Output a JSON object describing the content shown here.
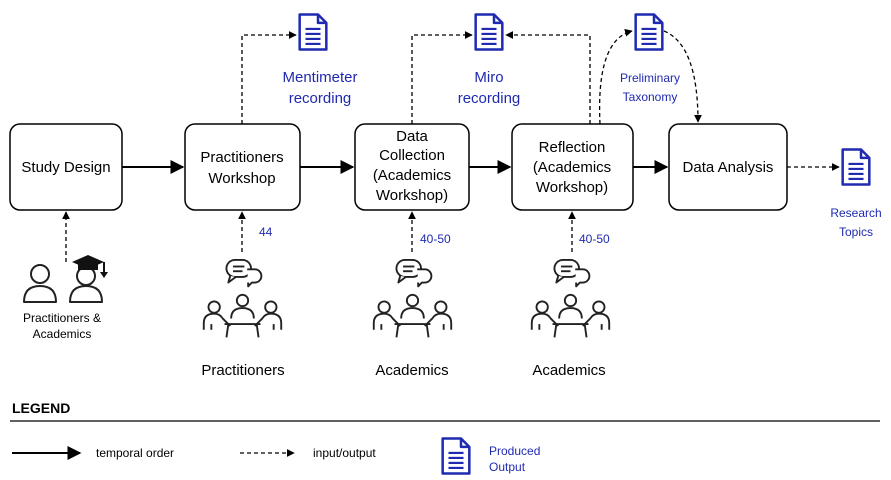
{
  "boxes": {
    "study_design": [
      "Study Design"
    ],
    "practitioners_workshop": [
      "Practitioners",
      "Workshop"
    ],
    "data_collection": [
      "Data",
      "Collection",
      "(Academics",
      "Workshop)"
    ],
    "reflection": [
      "Reflection",
      "(Academics",
      "Workshop)"
    ],
    "data_analysis": [
      "Data Analysis"
    ]
  },
  "outputs": {
    "mentimeter": [
      "Mentimeter",
      "recording"
    ],
    "miro": [
      "Miro",
      "recording"
    ],
    "taxonomy": [
      "Preliminary",
      "Taxonomy"
    ],
    "research_topics": [
      "Research",
      "Topics"
    ]
  },
  "counts": {
    "practitioners": "44",
    "data_collection": "40-50",
    "reflection": "40-50"
  },
  "groups": {
    "mixed": [
      "Practitioners &",
      "Academics"
    ],
    "practitioners": "Practitioners",
    "academics_1": "Academics",
    "academics_2": "Academics"
  },
  "legend": {
    "title": "LEGEND",
    "temporal": "temporal order",
    "io": "input/output",
    "produced": [
      "Produced",
      "Output"
    ]
  },
  "colors": {
    "accent": "#1f2ab0",
    "line": "#000000"
  }
}
